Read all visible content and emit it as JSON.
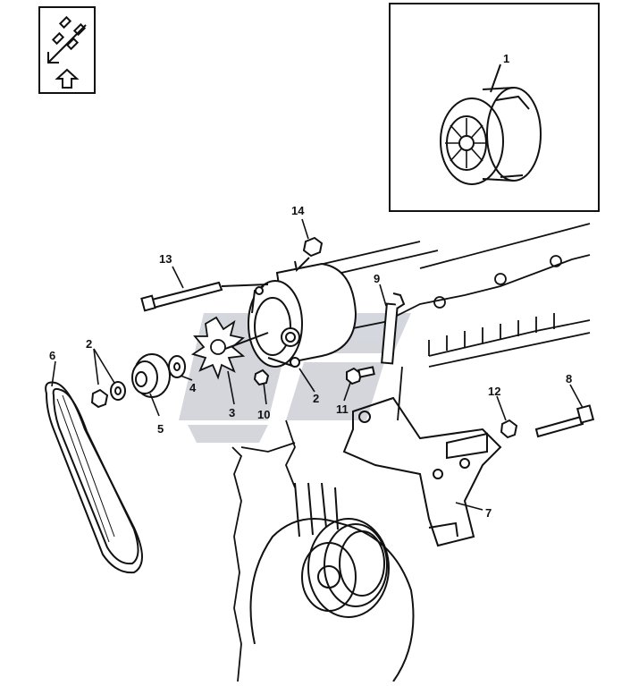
{
  "diagram": {
    "callouts": [
      {
        "id": "c1",
        "label": "1"
      },
      {
        "id": "c2a",
        "label": "2"
      },
      {
        "id": "c2b",
        "label": "2"
      },
      {
        "id": "c3",
        "label": "3"
      },
      {
        "id": "c4",
        "label": "4"
      },
      {
        "id": "c5",
        "label": "5"
      },
      {
        "id": "c6",
        "label": "6"
      },
      {
        "id": "c7",
        "label": "7"
      },
      {
        "id": "c8",
        "label": "8"
      },
      {
        "id": "c9",
        "label": "9"
      },
      {
        "id": "c10",
        "label": "10"
      },
      {
        "id": "c11",
        "label": "11"
      },
      {
        "id": "c12",
        "label": "12"
      },
      {
        "id": "c13",
        "label": "13"
      },
      {
        "id": "c14",
        "label": "14"
      }
    ],
    "icons": [
      "orientation-arrow-icon",
      "up-arrow-icon",
      "watermark-logo"
    ],
    "colors": {
      "ink": "#111111",
      "watermark": "#c8ccd4",
      "background": "#ffffff"
    }
  }
}
